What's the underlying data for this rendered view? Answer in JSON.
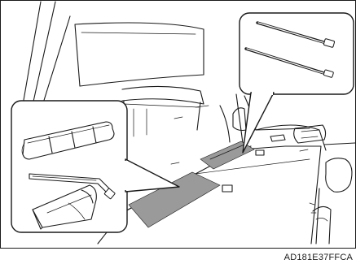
{
  "figure": {
    "code": "AD181E37FFCA",
    "colors": {
      "line": "#1a1a1a",
      "highlight": "#9a9a9a",
      "background": "#ffffff"
    }
  },
  "callouts": [
    {
      "name": "rods-callout",
      "items": [
        "tow-rod-icon",
        "tow-rod-icon"
      ]
    },
    {
      "name": "tools-callout",
      "items": [
        "jack-handle-bag-icon",
        "lug-wrench-icon",
        "tool-pouch-icon"
      ]
    }
  ]
}
